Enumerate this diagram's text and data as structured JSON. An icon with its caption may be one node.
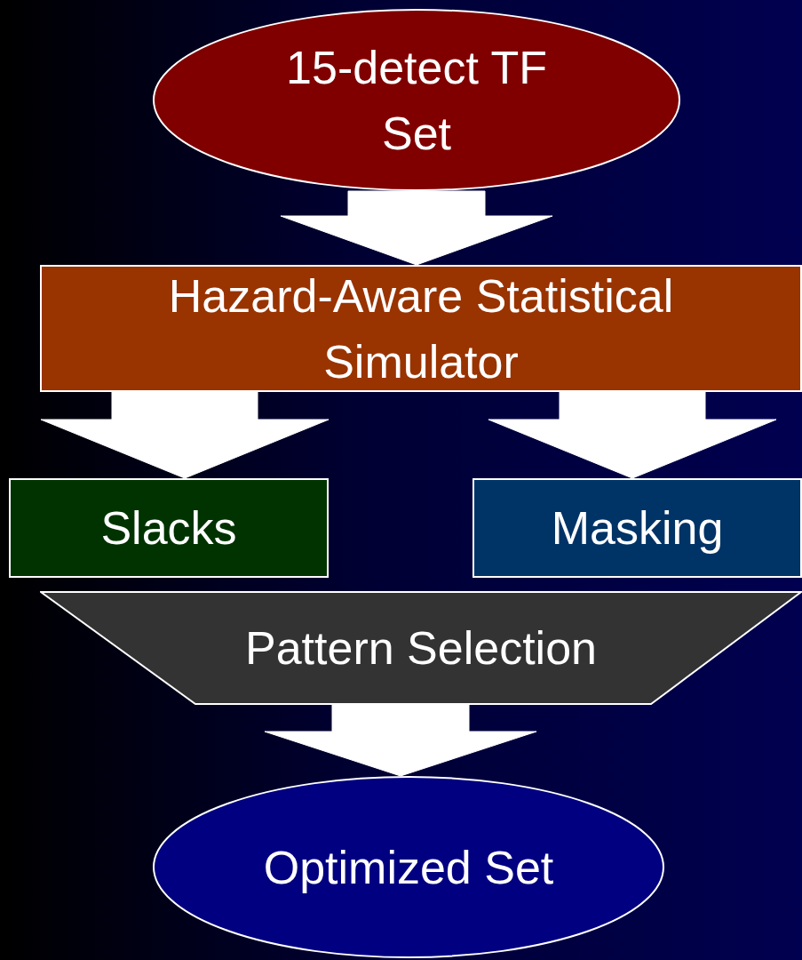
{
  "diagram": {
    "nodes": [
      {
        "text": [
          "15-detect TF Set"
        ]
      },
      {
        "text": [
          "Hazard-Aware Statistical Simulator"
        ]
      },
      {
        "text": [
          "Slacks"
        ]
      },
      {
        "text": [
          "Masking"
        ]
      },
      {
        "text": [
          "Pattern Selection"
        ]
      },
      {
        "text": [
          "Optimized Set"
        ]
      }
    ],
    "edges": [
      {
        "from": 0,
        "to": 1,
        "arrow": "to"
      },
      {
        "from": 1,
        "to": 2,
        "arrow": "to"
      },
      {
        "from": 1,
        "to": 3,
        "arrow": "to"
      },
      {
        "from": 4,
        "to": 5,
        "arrow": "to"
      }
    ]
  }
}
